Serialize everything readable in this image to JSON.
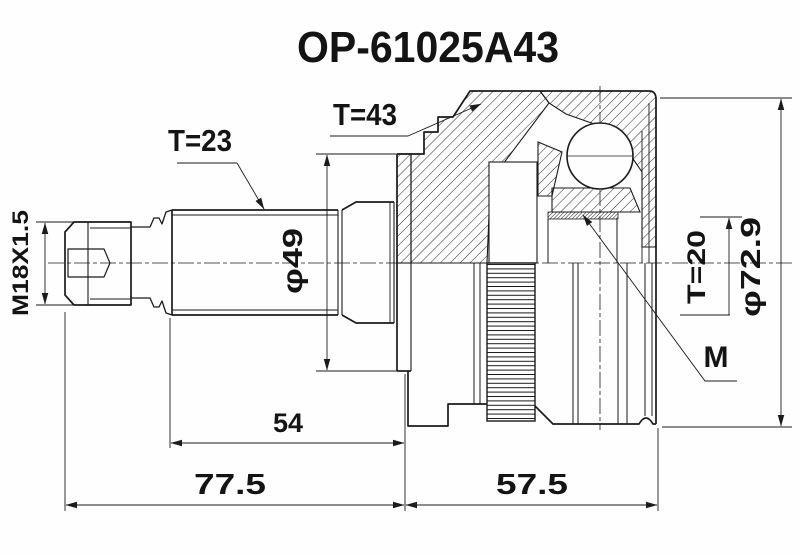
{
  "title": "OP-61025A43",
  "labels": {
    "outer_spline_teeth": "T=43",
    "shaft_spline_teeth": "T=23",
    "thread_spec": "M18X1.5",
    "abs_ring_teeth": "T=20",
    "module_mark": "M"
  },
  "dimensions": {
    "shaft_diameter": "φ49",
    "housing_outer_diameter": "φ72.9",
    "spline_section_length": "54",
    "shaft_side_length": "77.5",
    "housing_side_length": "57.5"
  },
  "colors": {
    "line": "#1b1b1b",
    "background": "#ffffff"
  }
}
